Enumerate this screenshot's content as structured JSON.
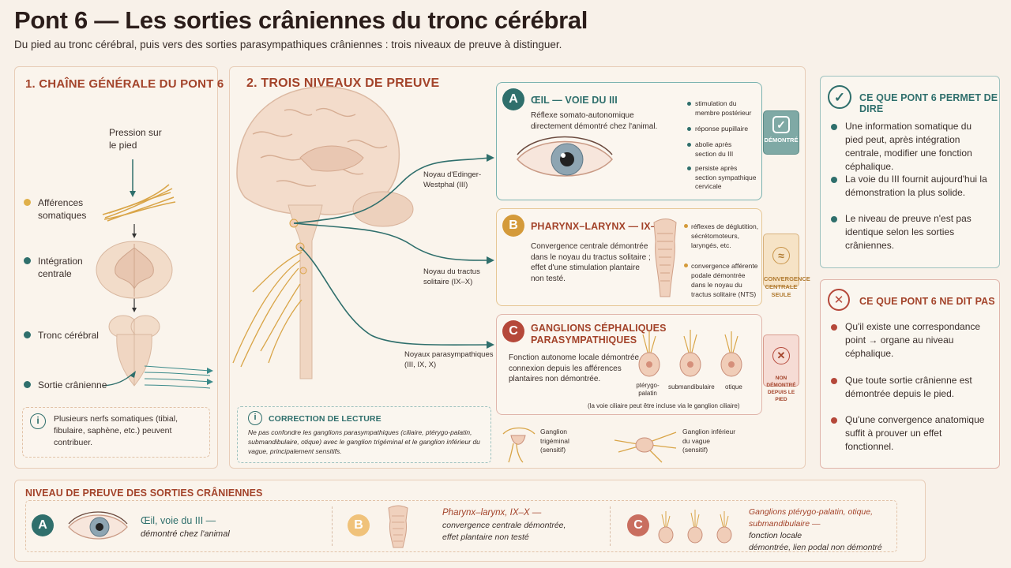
{
  "header": {
    "title": "Pont 6 — Les sorties crâniennes du tronc cérébral",
    "subtitle": "Du pied au tronc cérébral, puis vers des sorties parasympathiques crâniennes : trois niveaux de preuve à distinguer."
  },
  "chain": {
    "title": "1. CHAÎNE GÉNÉRALE DU PONT 6",
    "pressure": "Pression sur\nle pied",
    "steps": [
      {
        "label": "Afférences\nsomatiques"
      },
      {
        "label": "Intégration\ncentrale"
      },
      {
        "label": "Tronc cérébral"
      },
      {
        "label": "Sortie crânienne"
      }
    ],
    "note": "Plusieurs nerfs somatiques (tibial, fibulaire, saphène, etc.) peuvent contribuer."
  },
  "levels": {
    "title": "2. TROIS NIVEAUX DE PREUVE",
    "nuclei": [
      "Noyau d'Edinger-\nWestphal (III)",
      "Noyau du tractus\nsolitaire (IX–X)",
      "Noyaux parasympathiques\n(III, IX, X)"
    ],
    "cards": [
      {
        "letter": "A",
        "title": "ŒIL — VOIE DU III",
        "text": "Réflexe somato-autonomique\ndirectement démontré chez l'animal.",
        "bullets": [
          "stimulation du\nmembre postérieur",
          "réponse pupillaire",
          "abolie après\nsection du III",
          "persiste après\nsection sympathique\ncervicale"
        ],
        "stamp": "DÉMONTRÉ"
      },
      {
        "letter": "B",
        "title": "PHARYNX–LARYNX — IX–X",
        "text": "Convergence centrale démontrée\ndans le noyau du tractus solitaire ;\neffet d'une stimulation plantaire\nnon testé.",
        "bullets": [
          "réflexes de déglutition,\nsécrétomoteurs,\nlaryngés, etc.",
          "convergence afférente\npodale démontrée\ndans le noyau du\ntractus solitaire (NTS)"
        ],
        "stamp": "CONVERGENCE\nCENTRALE\nSEULE"
      },
      {
        "letter": "C",
        "title": "GANGLIONS CÉPHALIQUES\nPARASYMPATHIQUES",
        "text": "Fonction autonome locale démontrée ;\nconnexion depuis les afférences\nplantaires non démontrée.",
        "ganglia": [
          "ptérygo-\npalatin",
          "submandibulaire",
          "otique"
        ],
        "footnote": "(la voie ciliaire peut être incluse via le ganglion ciliaire)",
        "stamp": "NON DÉMONTRÉ\nDEPUIS LE PIED"
      }
    ],
    "correction": {
      "title": "CORRECTION DE LECTURE",
      "text": "Ne pas confondre les ganglions parasympathiques (ciliaire, ptérygo-palatin, submandibulaire, otique) avec le ganglion trigéminal et le ganglion inférieur du vague, principalement sensitifs.",
      "ganglion1": "Ganglion\ntrigéminal\n(sensitif)",
      "ganglion2": "Ganglion inférieur\ndu vague\n(sensitif)"
    }
  },
  "allows": {
    "title": "CE QUE PONT 6 PERMET DE DIRE",
    "items": [
      "Une information somatique du pied peut, après intégration centrale, modifier une fonction céphalique.",
      "La voie du III fournit aujourd'hui la démonstration la plus solide.",
      "Le niveau de preuve n'est pas identique selon les sorties crâniennes."
    ]
  },
  "denies": {
    "title": "CE QUE PONT 6 NE DIT PAS",
    "items": [
      "Qu'il existe une correspondance point → organe au niveau céphalique.",
      "Que toute sortie crânienne est démontrée depuis le pied.",
      "Qu'une convergence anatomique suffit à prouver un effet fonctionnel."
    ]
  },
  "summary": {
    "title": "NIVEAU DE PREUVE DES SORTIES CRÂNIENNES",
    "a_title": "Œil, voie du III —",
    "a_text": "démontré chez l'animal",
    "b_title": "Pharynx–larynx, IX–X —",
    "b_text": "convergence centrale démontrée,\neffet plantaire non testé",
    "c_title": "Ganglions ptérygo-palatin, otique,\nsubmandibulaire —",
    "c_text": "fonction locale\ndémontrée, lien podal non démontré"
  },
  "colors": {
    "teal": "#2f6f6c",
    "gold": "#d49a3a",
    "red": "#b5483a",
    "accent_title": "#a3432a"
  },
  "icons": [
    "eye-icon",
    "check-icon",
    "approx-icon",
    "cross-icon",
    "info-icon",
    "spinal-cord-icon",
    "brainstem-icon",
    "brain-icon",
    "larynx-icon",
    "ganglion-icon"
  ]
}
